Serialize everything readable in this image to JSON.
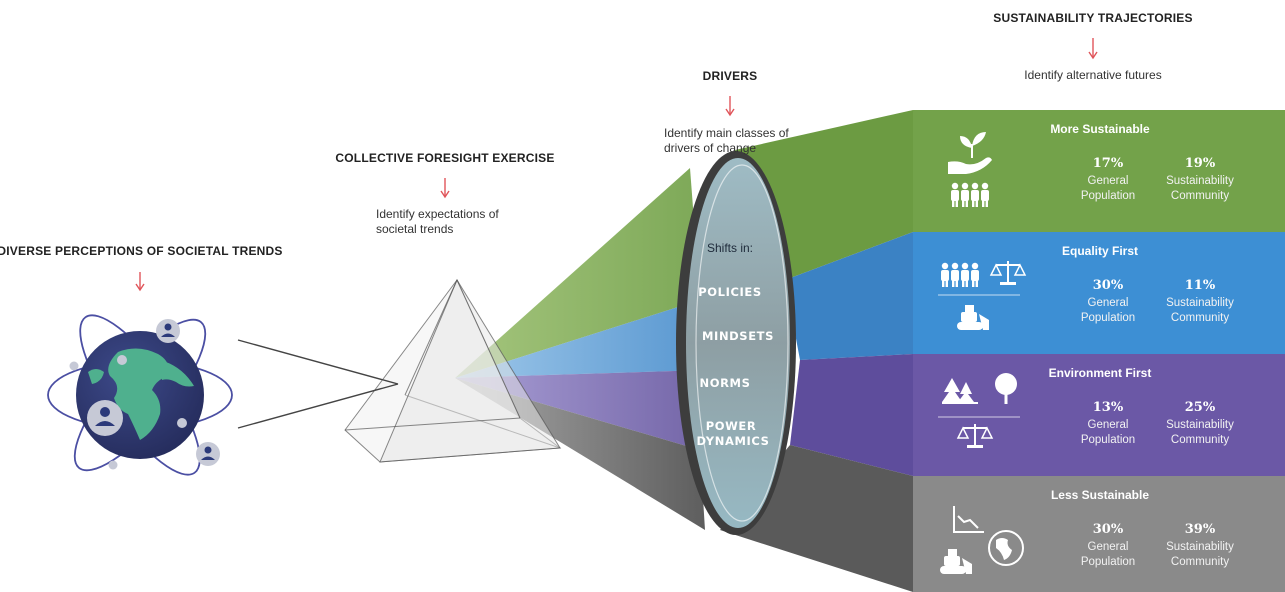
{
  "stages": {
    "perceptions": {
      "title": "DIVERSE PERCEPTIONS OF SOCIETAL TRENDS"
    },
    "foresight": {
      "title": "COLLECTIVE FORESIGHT EXERCISE",
      "desc_line1": "Identify expectations of",
      "desc_line2": "societal trends"
    },
    "drivers": {
      "title": "DRIVERS",
      "desc_line1": "Identify main classes of",
      "desc_line2": "drivers of change"
    },
    "trajectories": {
      "title": "SUSTAINABILITY TRAJECTORIES",
      "desc": "Identify alternative futures"
    }
  },
  "lens": {
    "title": "Shifts in:",
    "items": [
      "POLICIES",
      "MINDSETS",
      "NORMS",
      "POWER",
      "DYNAMICS"
    ]
  },
  "bands": [
    {
      "title": "More Sustainable",
      "color": "#73a24a",
      "general": {
        "value": "17%",
        "label1": "General",
        "label2": "Population"
      },
      "community": {
        "value": "19%",
        "label1": "Sustainability",
        "label2": "Community"
      },
      "icons": [
        "hand-plant-icon",
        "people-group-icon"
      ]
    },
    {
      "title": "Equality First",
      "color": "#3d8fd4",
      "general": {
        "value": "30%",
        "label1": "General",
        "label2": "Population"
      },
      "community": {
        "value": "11%",
        "label1": "Sustainability",
        "label2": "Community"
      },
      "icons": [
        "people-group-icon",
        "scales-icon",
        "bulldozer-icon"
      ]
    },
    {
      "title": "Environment First",
      "color": "#6b58a6",
      "general": {
        "value": "13%",
        "label1": "General",
        "label2": "Population"
      },
      "community": {
        "value": "25%",
        "label1": "Sustainability",
        "label2": "Community"
      },
      "icons": [
        "forest-icon",
        "tree-icon",
        "scales-icon"
      ]
    },
    {
      "title": "Less Sustainable",
      "color": "#8a8a8a",
      "general": {
        "value": "30%",
        "label1": "General",
        "label2": "Population"
      },
      "community": {
        "value": "39%",
        "label1": "Sustainability",
        "label2": "Community"
      },
      "icons": [
        "declining-chart-icon",
        "bulldozer-icon",
        "globe-icon"
      ]
    }
  ]
}
